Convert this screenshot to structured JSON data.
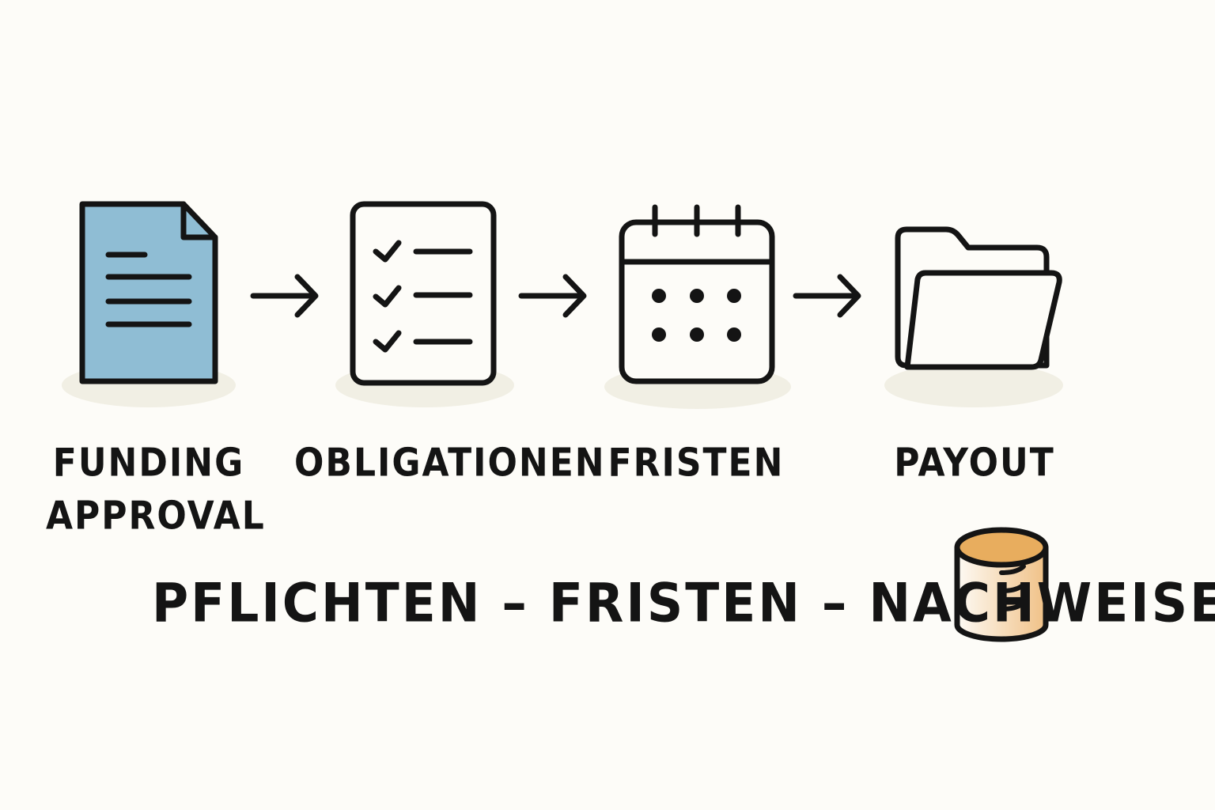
{
  "steps": [
    {
      "id": "funding-approval",
      "icon": "document-icon",
      "label_lines": [
        "FUNDING",
        "APPROVAL"
      ]
    },
    {
      "id": "obligationen",
      "icon": "checklist-icon",
      "label_lines": [
        "OBLIGATIONEN"
      ]
    },
    {
      "id": "fristen",
      "icon": "calendar-icon",
      "label_lines": [
        "FRISTEN"
      ]
    },
    {
      "id": "payout",
      "icon": "folder-icon",
      "label_lines": [
        "PAYOUT"
      ]
    }
  ],
  "arrows": [
    {
      "from": "funding-approval",
      "to": "obligationen"
    },
    {
      "from": "obligationen",
      "to": "fristen"
    },
    {
      "from": "fristen",
      "to": "payout"
    }
  ],
  "tagline": "PFLICHTEN – FRISTEN – NACHWEISE",
  "tagline_icon": "database-icon",
  "colors": {
    "background": "#fdfcf8",
    "stroke": "#141414",
    "document_fill": "#8fbdd4",
    "shadow": "#f1efe4",
    "database_top": "#e8ad5e",
    "database_body_light": "#fdfaf4",
    "database_body_dark": "#f0c187"
  }
}
